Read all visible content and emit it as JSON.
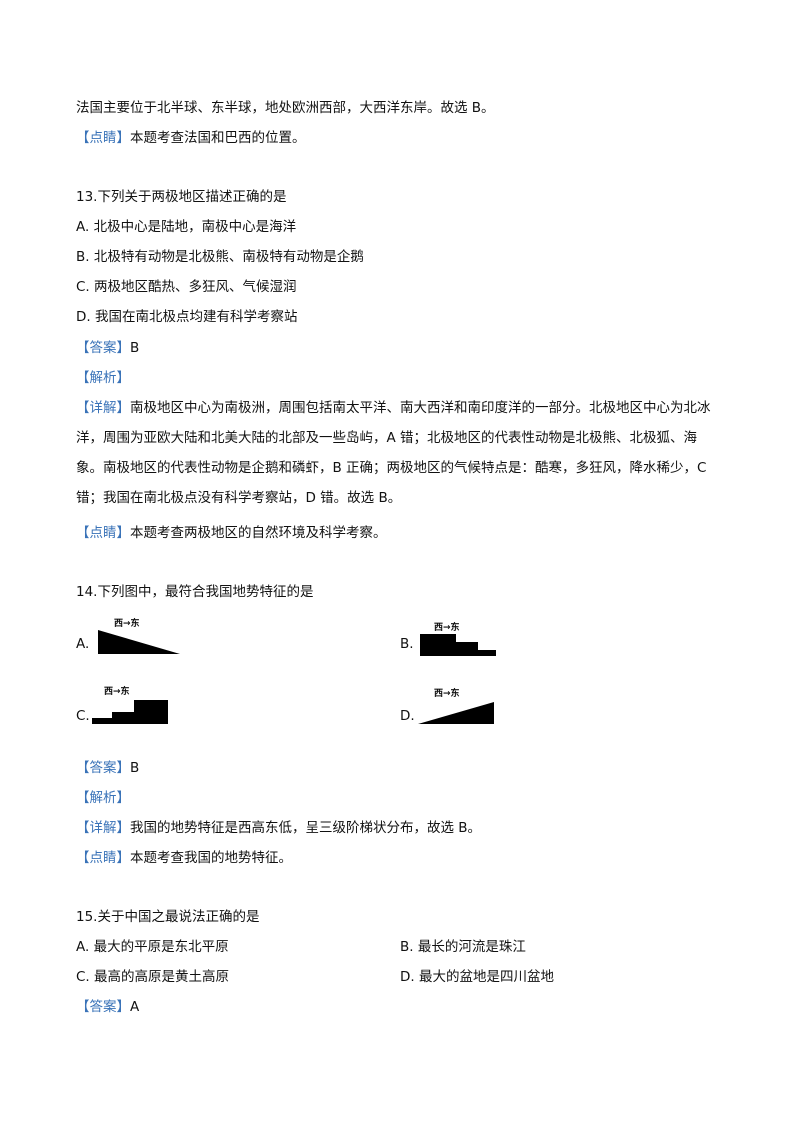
{
  "intro": {
    "line1": "法国主要位于北半球、东半球，地处欧洲西部，大西洋东岸。故选 B。",
    "dianjing_tag": "【点睛】",
    "dianjing_text": "本题考查法国和巴西的位置。"
  },
  "q13": {
    "stem": "13.下列关于两极地区描述正确的是",
    "options": [
      "A. 北极中心是陆地，南极中心是海洋",
      "B. 北极特有动物是北极熊、南极特有动物是企鹅",
      "C. 两极地区酷热、多狂风、气候湿润",
      "D. 我国在南北极点均建有科学考察站"
    ],
    "answer_tag": "【答案】",
    "answer": "B",
    "jiexi_tag": "【解析】",
    "xiangjie_tag": "【详解】",
    "xiangjie_text": "南极地区中心为南极洲，周围包括南太平洋、南大西洋和南印度洋的一部分。北极地区中心为北冰洋，周围为亚欧大陆和北美大陆的北部及一些岛屿，A 错；北极地区的代表性动物是北极熊、北极狐、海象。南极地区的代表性动物是企鹅和磷虾，B 正确；两极地区的气候特点是：酷寒，多狂风，降水稀少，C 错；我国在南北极点没有科学考察站，D 错。故选 B。",
    "dianjing_tag": "【点睛】",
    "dianjing_text": "本题考查两极地区的自然环境及科学考察。"
  },
  "q14": {
    "stem": "14.下列图中，最符合我国地势特征的是",
    "options": [
      {
        "letter": "A.",
        "label": "西→东"
      },
      {
        "letter": "B.",
        "label": "西→东"
      },
      {
        "letter": "C.",
        "label": "西→东"
      },
      {
        "letter": "D.",
        "label": "西→东"
      }
    ],
    "answer_tag": "【答案】",
    "answer": "B",
    "jiexi_tag": "【解析】",
    "xiangjie_tag": "【详解】",
    "xiangjie_text": "我国的地势特征是西高东低，呈三级阶梯状分布，故选 B。",
    "dianjing_tag": "【点睛】",
    "dianjing_text": "本题考查我国的地势特征。"
  },
  "q15": {
    "stem": "15.关于中国之最说法正确的是",
    "options": [
      "A. 最大的平原是东北平原",
      "B. 最长的河流是珠江",
      "C. 最高的高原是黄土高原",
      "D. 最大的盆地是四川盆地"
    ],
    "answer_tag": "【答案】",
    "answer": "A"
  }
}
